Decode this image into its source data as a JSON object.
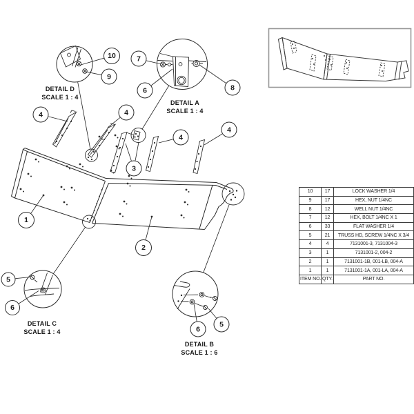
{
  "page": {
    "background": "#ffffff",
    "ink": "#2b2b2b"
  },
  "details": {
    "a": {
      "label": "DETAIL A",
      "scale": "SCALE 1 : 4"
    },
    "b": {
      "label": "DETAIL B",
      "scale": "SCALE 1 : 6"
    },
    "c": {
      "label": "DETAIL C",
      "scale": "SCALE 1 : 4"
    },
    "d": {
      "label": "DETAIL D",
      "scale": "SCALE 1 : 4"
    }
  },
  "balloons": {
    "b1": "1",
    "b2": "2",
    "b3": "3",
    "b4a": "4",
    "b4b": "4",
    "b4c": "4",
    "b4d": "4",
    "b5b": "5",
    "b5c": "5",
    "b6a": "6",
    "b6b": "6",
    "b6c": "6",
    "b7": "7",
    "b8": "8",
    "b9": "9",
    "b10": "10"
  },
  "parts_table": {
    "headers": [
      "ITEM NO.",
      "QTY.",
      "PART NO."
    ],
    "rows": [
      [
        "10",
        "17",
        "LOCK WASHER 1/4"
      ],
      [
        "9",
        "17",
        "HEX, NUT 1/4NC"
      ],
      [
        "8",
        "12",
        "WELL NUT 1/4NC"
      ],
      [
        "7",
        "12",
        "HEX, BOLT 1/4NC X 1"
      ],
      [
        "6",
        "33",
        "FLAT WASHER 1/4"
      ],
      [
        "5",
        "21",
        "TRUSS HD, SCREW 1/4NC X 3/4"
      ],
      [
        "4",
        "4",
        "7131001-3, 7131004-3"
      ],
      [
        "3",
        "1",
        "7131001-2, 004-2"
      ],
      [
        "2",
        "1",
        "7131001-1B, 001-LB, 004-A"
      ],
      [
        "1",
        "1",
        "7131001-1A, 001-LA, 004-A"
      ]
    ]
  }
}
